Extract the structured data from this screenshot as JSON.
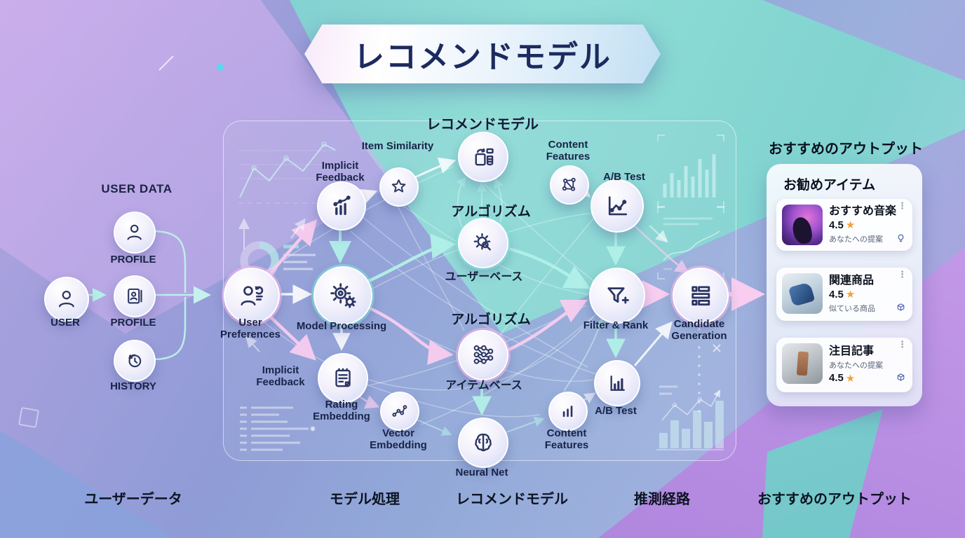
{
  "title_banner": {
    "text": "レコメンドモデル"
  },
  "user_data": {
    "heading": "USER DATA",
    "user_label": "USER",
    "profile1_label": "PROFILE",
    "profile2_label": "PROFILE",
    "history_label": "HISTORY"
  },
  "diagram": {
    "heading": "レコメンドモデル",
    "user_preferences": "User Preferences",
    "model_processing": "Model Processing",
    "implicit_feedback_top": "Implicit Feedback",
    "item_similarity": "Item Similarity",
    "content_features_top": "Content Features",
    "ab_test_top": "A/B Test",
    "algorithm_label_1": "アルゴリズム",
    "user_based": "ユーザーベース",
    "algorithm_label_2": "アルゴリズム",
    "item_based": "アイテムベース",
    "implicit_feedback_bottom": "Implicit Feedback",
    "rating_embedding": "Rating Embedding",
    "vector_embedding": "Vector Embedding",
    "neural_net": "Neural Net",
    "content_features_bottom": "Content Features",
    "ab_test_bottom": "A/B Test",
    "filter_rank": "Filter & Rank",
    "candidate_generation": "Candidate Generation"
  },
  "output": {
    "heading": "おすすめのアウトプット",
    "panel_title": "お勧めアイテム",
    "menu_glyph": "⋮",
    "cards": [
      {
        "title": "おすすめ音楽",
        "rating": "4.5",
        "star": "★",
        "subtitle": "あなたへの提案"
      },
      {
        "title": "関連商品",
        "rating": "4.5",
        "star": "★",
        "subtitle": "似ている商品"
      },
      {
        "title": "注目記事",
        "rating": "4.5",
        "star": "★",
        "subtitle": "あなたへの提案"
      }
    ]
  },
  "footer_labels": {
    "user_data": "ユーザーデータ",
    "model_processing": "モデル処理",
    "recommend_model": "レコメンドモデル",
    "inference_path": "推測経路",
    "output": "おすすめのアウトプット"
  },
  "colors": {
    "accent_teal": "#8fe3d8",
    "accent_pink": "#f4bce9",
    "star_orange": "#f0a33a",
    "text_dark": "#172047",
    "banner_text": "#1c2a5e"
  }
}
